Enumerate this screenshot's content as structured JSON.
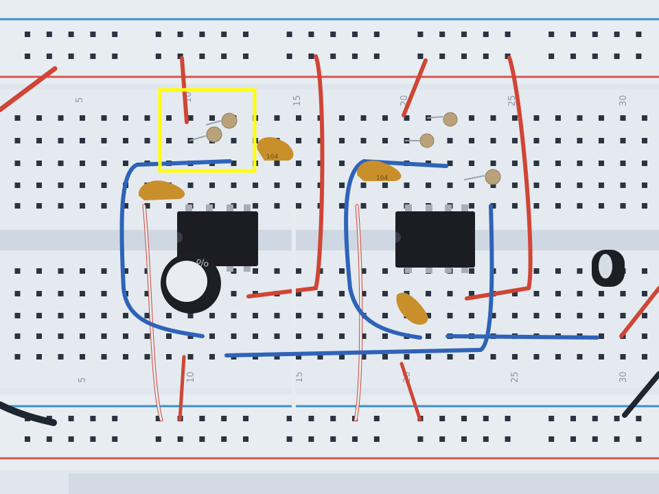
{
  "board": {
    "top_column_labels": [
      "5",
      "10",
      "15",
      "20",
      "25",
      "30"
    ],
    "bottom_column_labels": [
      "5",
      "10",
      "15",
      "20",
      "25",
      "30"
    ],
    "ceramic_capacitor_label": "104",
    "electrolytic_capacitor_marking": "o|o"
  },
  "highlight": {
    "color": "#ffff00"
  },
  "colors": {
    "board": "#e3e9f0",
    "hole": "#2a3440",
    "rail_red": "#d9534f",
    "rail_blue": "#3a8fd0",
    "wire_red": "#d04535",
    "wire_blue": "#2f63b8",
    "wire_white": "#e8ecf0",
    "ic": "#1b1d22",
    "ceramic": "#c98f2a"
  }
}
